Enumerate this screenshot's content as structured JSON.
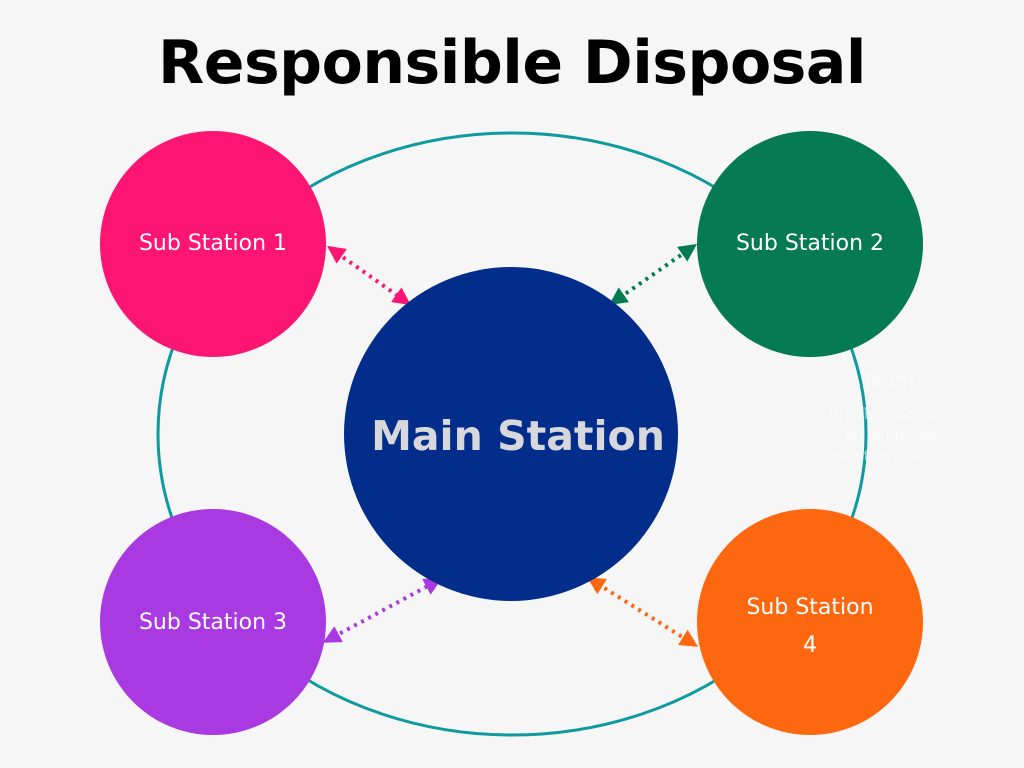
{
  "title": "Responsible Disposal",
  "main_station": {
    "label": "Main Station",
    "color": "#022d8a",
    "text_color": "#d8d8dc"
  },
  "ring_color": "#0e9a9e",
  "sub_stations": [
    {
      "id": 1,
      "label_lines": [
        "Sub Station 1"
      ],
      "color": "#fc1573"
    },
    {
      "id": 2,
      "label_lines": [
        "Sub Station 2"
      ],
      "color": "#067a52"
    },
    {
      "id": 3,
      "label_lines": [
        "Sub Station 3"
      ],
      "color": "#a93ae2"
    },
    {
      "id": 4,
      "label_lines": [
        "Sub Station",
        "4"
      ],
      "color": "#fd6710"
    }
  ],
  "ghost_text": {
    "title": "Team",
    "body": "Briefly elaborate on what you want to discuss"
  }
}
